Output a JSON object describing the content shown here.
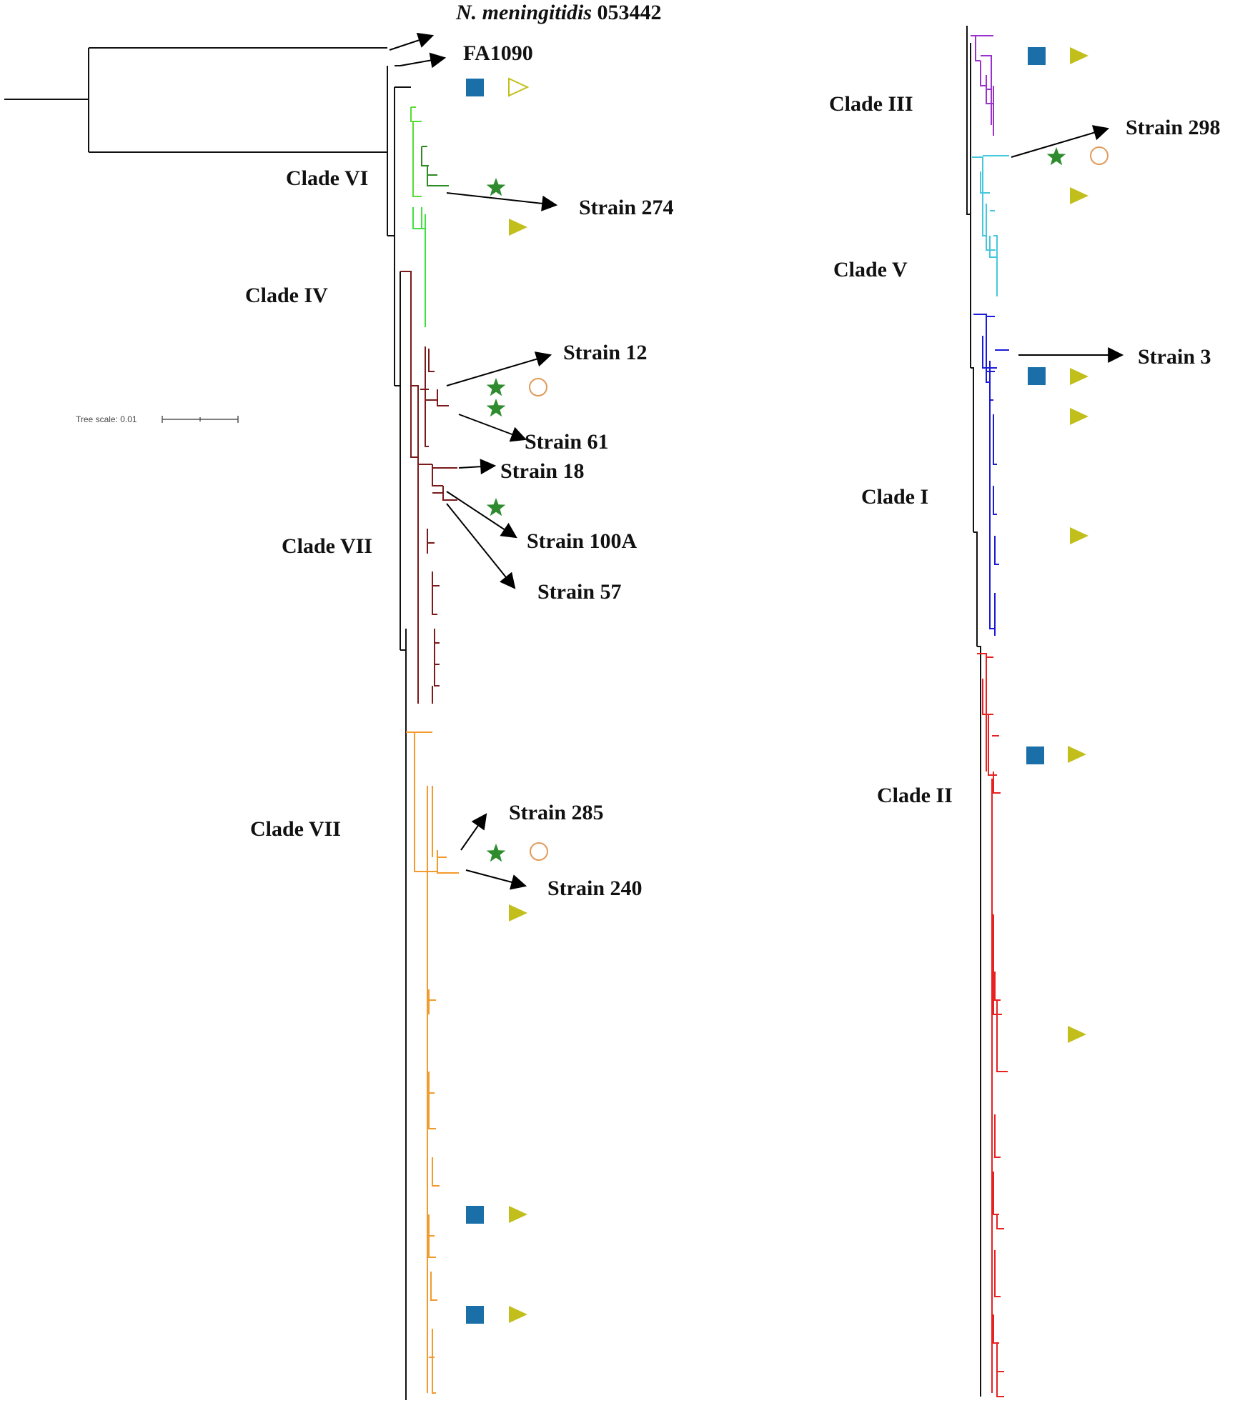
{
  "title_label": "N. meningitidis 053442",
  "title_italic_part": "N. meningitidis",
  "title_number_part": " 053442",
  "reference_label": "FA1090",
  "scale": {
    "label": "Tree scale: 0.01"
  },
  "clades": {
    "vi": "Clade VI",
    "iv": "Clade IV",
    "vii_a": "Clade VII",
    "vii_b": "Clade VII",
    "iii": "Clade III",
    "v": "Clade V",
    "i": "Clade I",
    "ii": "Clade II"
  },
  "strains": {
    "s274": "Strain 274",
    "s12": "Strain 12",
    "s61": "Strain 61",
    "s18": "Strain 18",
    "s100a": "Strain 100A",
    "s57": "Strain 57",
    "s285": "Strain 285",
    "s240": "Strain 240",
    "s298": "Strain 298",
    "s3": "Strain 3"
  },
  "colors": {
    "backbone": "#111111",
    "clade_vi": "#55dd33",
    "clade_vi_dark": "#2e8b22",
    "clade_iv": "#3fe03f",
    "clade_vii_maroon": "#7a1a1a",
    "clade_vii_orange": "#f39a2a",
    "clade_iii": "#9a33cc",
    "clade_v": "#45c8dc",
    "clade_i": "#1a1ad8",
    "clade_ii": "#e82020",
    "square": "#1a6fa8",
    "triangle": "#c2bf1c",
    "star": "#2e8b2e",
    "circle": "#e09a5a"
  },
  "legend_markers": [
    "square",
    "triangle-outline",
    "triangle",
    "star",
    "circle-outline"
  ]
}
